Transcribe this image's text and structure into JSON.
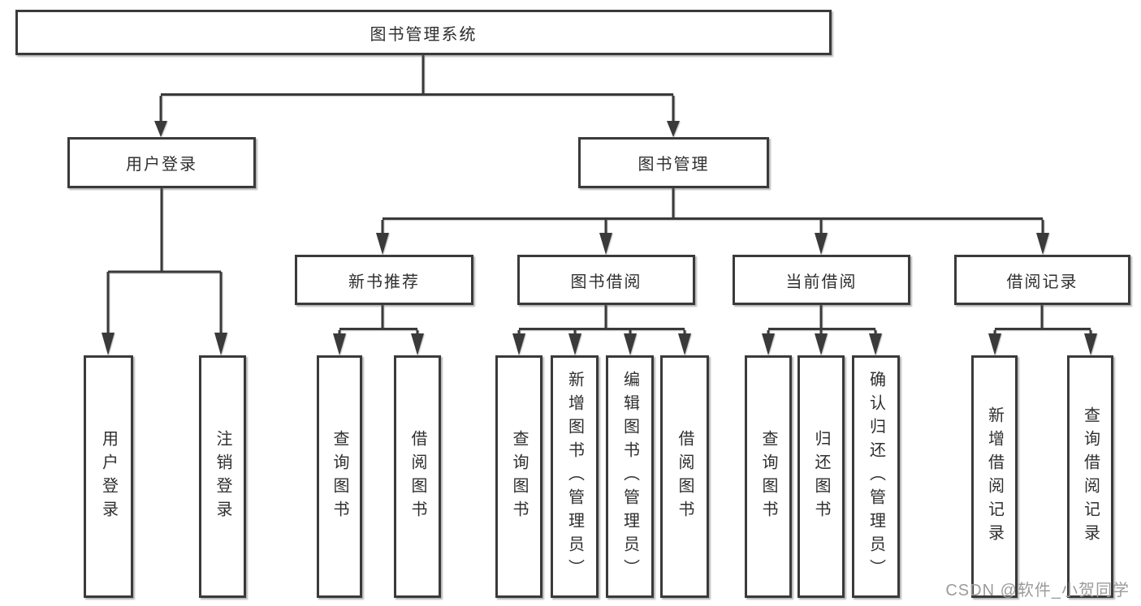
{
  "nodes": {
    "root": "图书管理系统",
    "user_login": "用户登录",
    "book_mgmt": "图书管理",
    "new_book": "新书推荐",
    "book_borrow": "图书借阅",
    "current_borrow": "当前借阅",
    "borrow_record": "借阅记录",
    "leaf_user_login": "用户登录",
    "leaf_logout": "注销登录",
    "leaf_nb_query": "查询图书",
    "leaf_nb_borrow": "借阅图书",
    "leaf_bb_query": "查询图书",
    "leaf_bb_add": "新增图书（管理员）",
    "leaf_bb_edit": "编辑图书（管理员）",
    "leaf_bb_borrow": "借阅图书",
    "leaf_cb_query": "查询图书",
    "leaf_cb_return": "归还图书",
    "leaf_cb_confirm": "确认归还（管理员）",
    "leaf_br_add": "新增借阅记录",
    "leaf_br_query": "查询借阅记录"
  },
  "watermark": "CSDN @软件_小贺同学",
  "colors": {
    "line": "#3a3a3a",
    "text": "#2f2f2f",
    "watermark": "#9b9b9b",
    "background": "#ffffff"
  }
}
